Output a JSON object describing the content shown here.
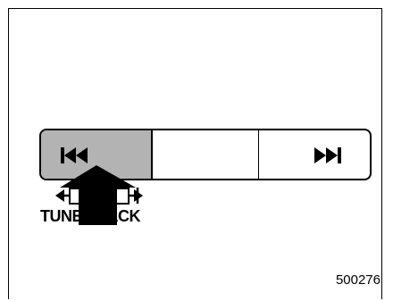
{
  "diagram": {
    "control_label": "TUNE/TRACK",
    "figure_code": "500276",
    "buttons": {
      "prev": {
        "icon": "skip-previous-icon",
        "state": "pressed"
      },
      "middle": {
        "icon": ""
      },
      "next": {
        "icon": "skip-next-icon"
      }
    },
    "colors": {
      "pressed": "#b3b3b3",
      "line": "#000000",
      "background": "#ffffff"
    }
  }
}
